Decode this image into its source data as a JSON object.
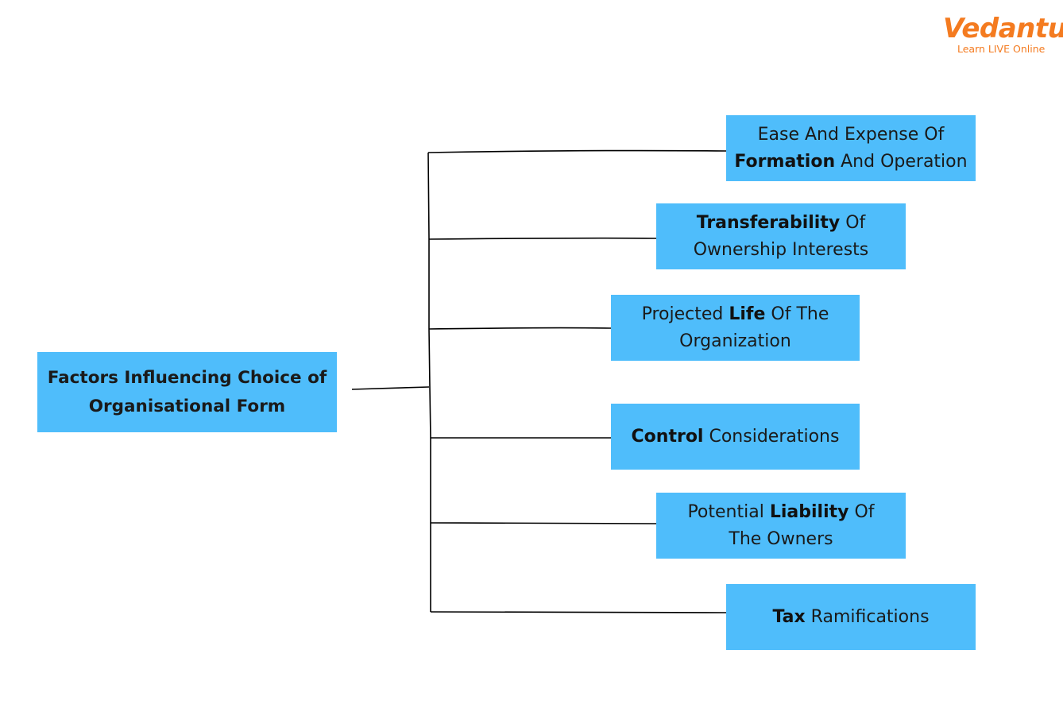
{
  "logo": {
    "name": "Vedantu",
    "tagline": "Learn LIVE Online",
    "color": "#f47b20"
  },
  "root": {
    "line1": "Factors Influencing Choice of",
    "line2": "Organisational Form"
  },
  "branches": [
    {
      "line1": "Ease And Expense Of",
      "bold": "Formation",
      "after": " And Operation"
    },
    {
      "bold": "Transferability",
      "after1": " Of",
      "line2": "Ownership Interests"
    },
    {
      "before": "Projected ",
      "bold": "Life",
      "after1": " Of The",
      "line2": "Organization"
    },
    {
      "bold": "Control",
      "after": " Considerations"
    },
    {
      "before": "Potential ",
      "bold": "Liability",
      "after1": " Of",
      "line2": "The Owners"
    },
    {
      "bold": "Tax",
      "after": " Ramifications"
    }
  ],
  "colors": {
    "box_fill": "#4fbdfb",
    "connector": "#000000"
  }
}
